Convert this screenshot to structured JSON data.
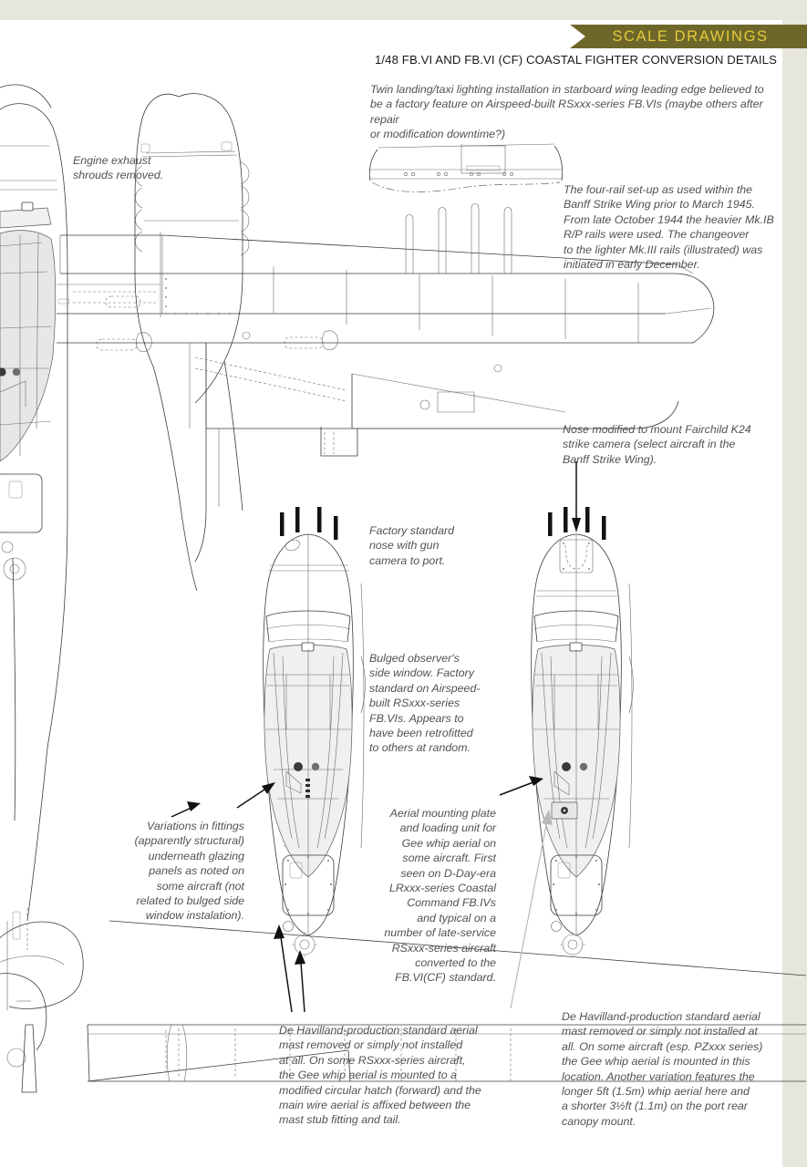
{
  "page": {
    "background_color": "#e7e6dc",
    "paper_color": "#ffffff"
  },
  "header": {
    "banner_label": "SCALE DRAWINGS",
    "banner_color": "#6d682a",
    "banner_text_color": "#e8c93c",
    "subtitle": "1/48 FB.VI AND FB.VI (CF) COASTAL FIGHTER CONVERSION DETAILS"
  },
  "annotations": {
    "landing_lights": "Twin landing/taxi lighting installation in starboard wing leading edge believed to\nbe a factory feature on Airspeed-built RSxxx-series FB.VIs (maybe others after repair\nor modification downtime?)",
    "engine_exhaust": "Engine exhaust\nshrouds removed.",
    "four_rail": "The four-rail set-up as used within the\nBanff Strike Wing prior to March 1945.\nFrom late October 1944 the heavier Mk.IB\nR/P rails were used. The changeover\nto the lighter Mk.III rails (illustrated) was\ninitiated in early December.",
    "nose_camera": "Nose modified to mount Fairchild K24\nstrike camera (select aircraft in the\nBanff Strike Wing).",
    "factory_nose": "Factory standard\nnose with gun\ncamera to port.",
    "bulged_window": "Bulged observer's\nside window. Factory\nstandard on Airspeed-\nbuilt RSxxx-series\nFB.VIs. Appears to\nhave been retrofitted\nto others at random.",
    "variations_fittings": "Variations in fittings\n(apparently structural)\nunderneath glazing\npanels as noted on\nsome aircraft (not\nrelated to bulged side\nwindow instalation).",
    "aerial_plate": "Aerial mounting plate\nand loading unit for\nGee whip aerial on\nsome aircraft. First\nseen on D-Day-era\nLRxxx-series Coastal\nCommand FB.IVs\nand typical on a\nnumber of late-service\nRSxxx-series aircraft\nconverted to the\nFB.VI(CF) standard.",
    "dh_mast_left": "De Havilland-production standard aerial\nmast removed or simply not installed\nat all. On some RSxxx-series aircraft,\nthe Gee whip aerial is mounted to a\nmodified circular hatch (forward) and the\nmain wire aerial is affixed between the\nmast stub fitting and tail.",
    "dh_mast_right": "De Havilland-production standard aerial\nmast removed or simply not installed at\nall. On some aircraft (esp. PZxxx series)\nthe Gee whip aerial is mounted in this\nlocation. Another variation features the\nlonger 5ft (1.5m) whip aerial here and\na shorter 3½ft (1.1m) on the port rear\ncanopy mount."
  },
  "drawings": {
    "wing_plan": "mosquito-wing-plan-view",
    "rp_rails": "four-rocket-projectile-rails",
    "leading_edge_lights": "twin-landing-taxi-light-leading-edge",
    "nose_standard": "fb-vi-factory-standard-nose-plan",
    "nose_camera_fit": "fb-vi-cf-k24-camera-nose-plan",
    "tail_plan": "tailplane-plan-view"
  }
}
